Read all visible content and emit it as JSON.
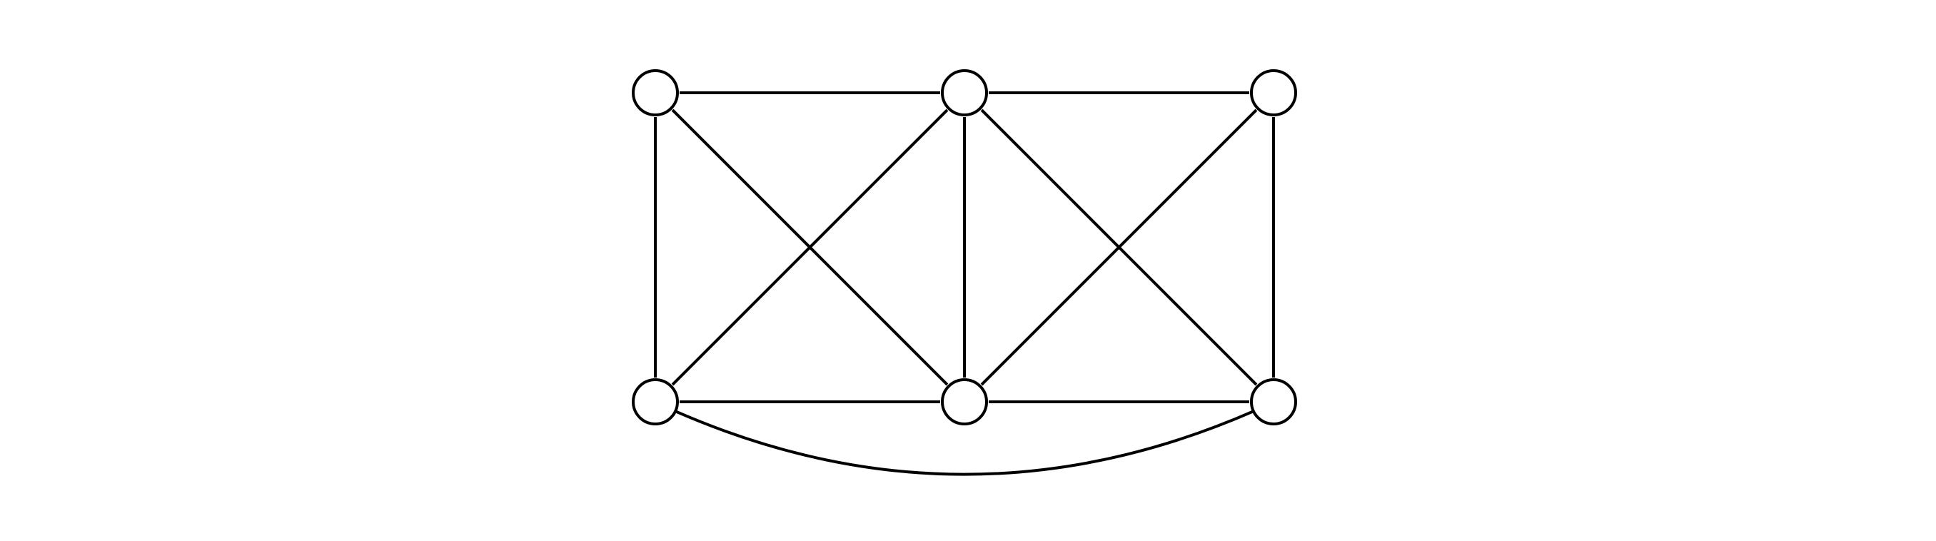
{
  "diagram": {
    "type": "graph",
    "colors": {
      "stroke": "#000000",
      "node_fill": "#ffffff",
      "background": "#ffffff"
    },
    "nodes": [
      {
        "id": "n1",
        "row": "top",
        "col": "left"
      },
      {
        "id": "n2",
        "row": "top",
        "col": "middle"
      },
      {
        "id": "n3",
        "row": "top",
        "col": "right"
      },
      {
        "id": "n4",
        "row": "bottom",
        "col": "left"
      },
      {
        "id": "n5",
        "row": "bottom",
        "col": "middle"
      },
      {
        "id": "n6",
        "row": "bottom",
        "col": "right"
      }
    ],
    "edges": [
      {
        "source": "n1",
        "target": "n2",
        "shape": "straight"
      },
      {
        "source": "n2",
        "target": "n3",
        "shape": "straight"
      },
      {
        "source": "n4",
        "target": "n5",
        "shape": "straight"
      },
      {
        "source": "n5",
        "target": "n6",
        "shape": "straight"
      },
      {
        "source": "n1",
        "target": "n4",
        "shape": "straight"
      },
      {
        "source": "n2",
        "target": "n5",
        "shape": "straight"
      },
      {
        "source": "n3",
        "target": "n6",
        "shape": "straight"
      },
      {
        "source": "n1",
        "target": "n5",
        "shape": "straight"
      },
      {
        "source": "n2",
        "target": "n4",
        "shape": "straight"
      },
      {
        "source": "n2",
        "target": "n6",
        "shape": "straight"
      },
      {
        "source": "n3",
        "target": "n5",
        "shape": "straight"
      },
      {
        "source": "n4",
        "target": "n6",
        "shape": "curved-below"
      }
    ]
  }
}
